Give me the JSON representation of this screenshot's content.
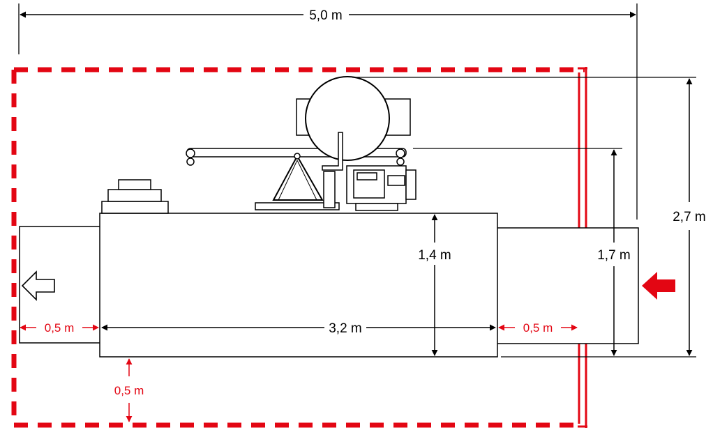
{
  "colors": {
    "safety_red": "#e30613",
    "line": "#000000",
    "background": "#ffffff"
  },
  "dimensions": {
    "overall_length": "5,0 m",
    "total_height": "2,7 m",
    "conveyor_height": "1,7 m",
    "machine_height": "1,4 m",
    "machine_length": "3,2 m",
    "clearance_left": "0,5 m",
    "clearance_right": "0,5 m",
    "clearance_bottom": "0,5 m"
  },
  "icons": {
    "outfeed": "outline-arrow-left-icon",
    "infeed": "filled-arrow-left-icon"
  }
}
